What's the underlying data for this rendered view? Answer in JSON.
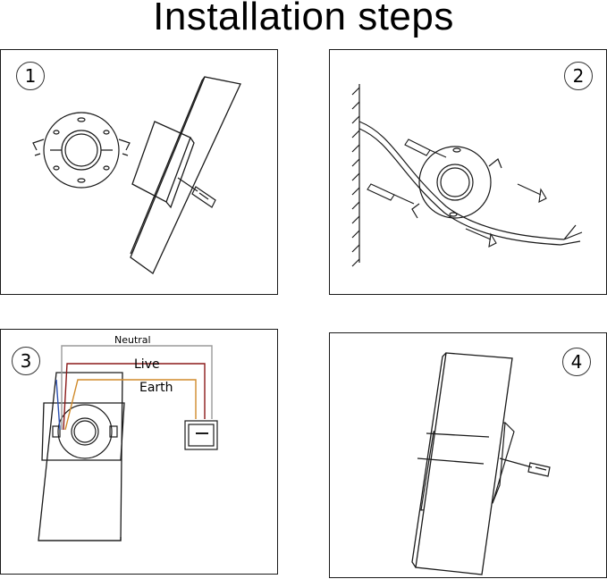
{
  "title": "Installation steps",
  "steps": [
    {
      "number": "1"
    },
    {
      "number": "2"
    },
    {
      "number": "3",
      "labels": {
        "neutral": "Neutral",
        "live": "Live",
        "earth": "Earth"
      }
    },
    {
      "number": "4"
    }
  ],
  "colors": {
    "line": "#1a1a1a",
    "neutral_wire": "#9a9a9a",
    "live_wire": "#8b1a1a",
    "earth_wire": "#d08a2a",
    "blue_wire": "#2a4fb0"
  }
}
